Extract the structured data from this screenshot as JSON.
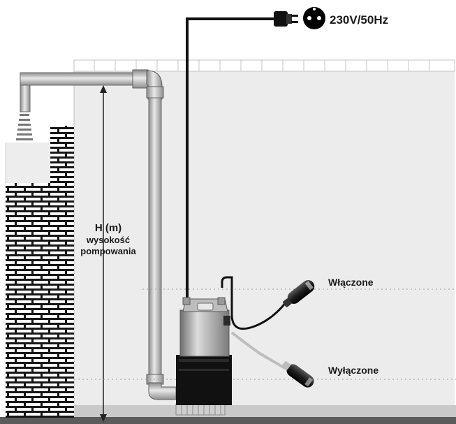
{
  "power": {
    "label": "230V/50Hz"
  },
  "height": {
    "symbol": "H (m)",
    "line1": "wysokość",
    "line2": "pompowania"
  },
  "float_switch": {
    "on_label": "Włączone",
    "off_label": "Wyłączone"
  }
}
